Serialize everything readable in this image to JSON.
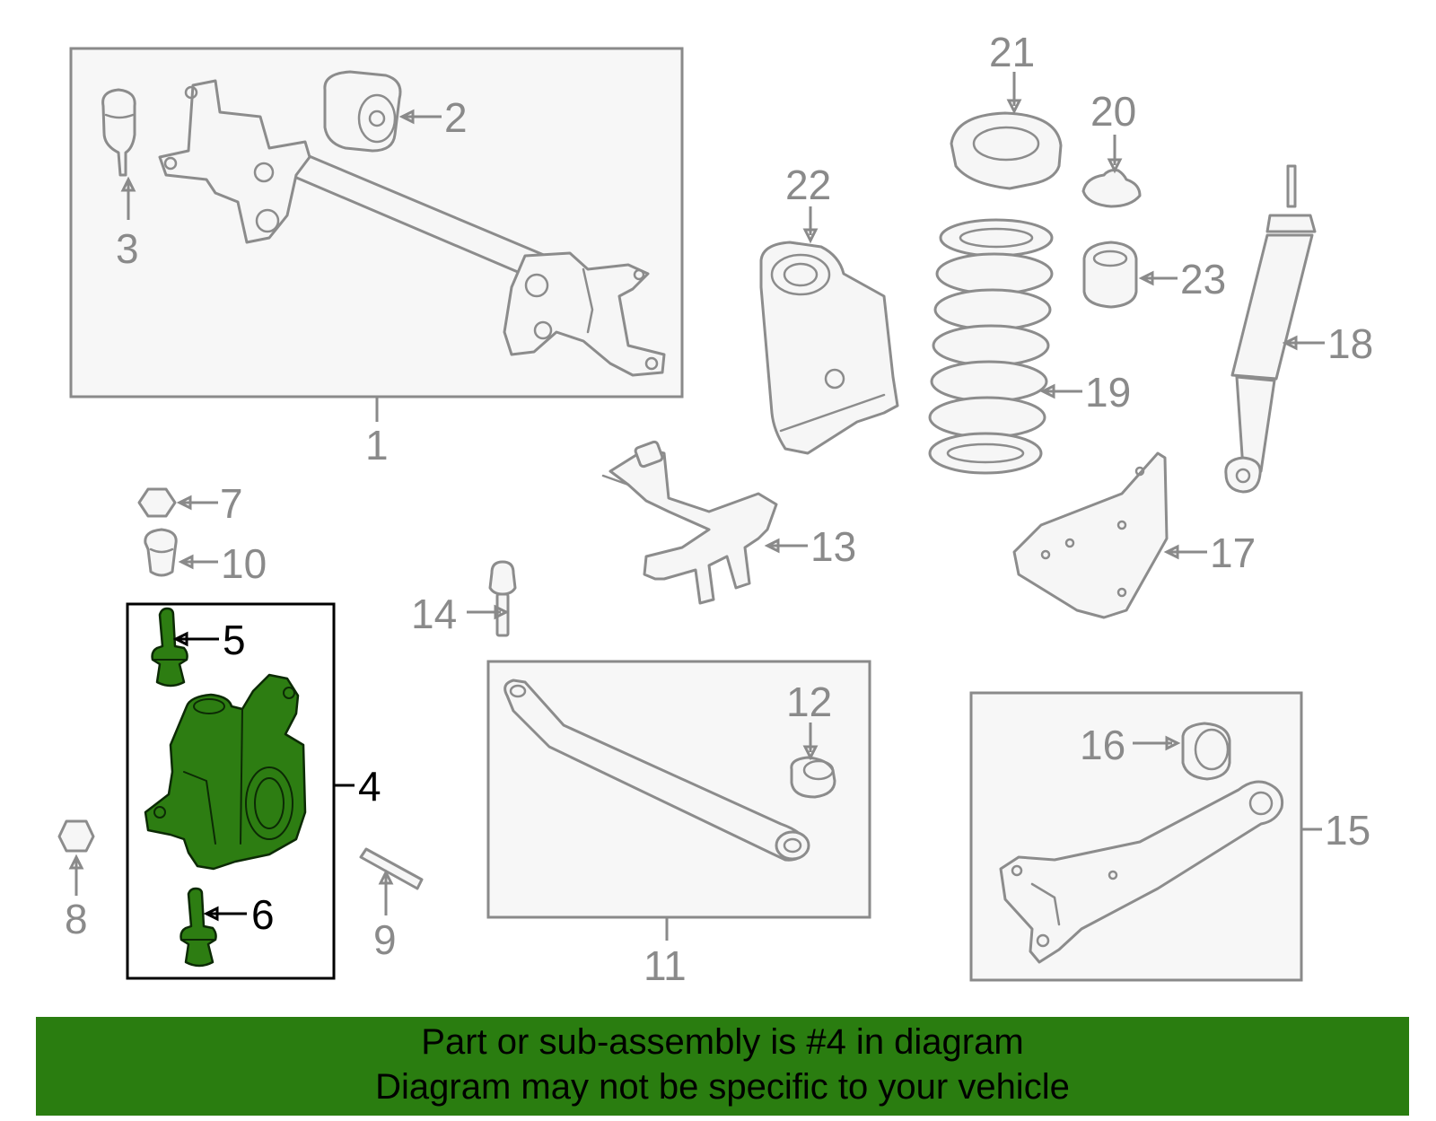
{
  "callouts": {
    "n1": "1",
    "n2": "2",
    "n3": "3",
    "n4": "4",
    "n5": "5",
    "n6": "6",
    "n7": "7",
    "n8": "8",
    "n9": "9",
    "n10": "10",
    "n11": "11",
    "n12": "12",
    "n13": "13",
    "n14": "14",
    "n15": "15",
    "n16": "16",
    "n17": "17",
    "n18": "18",
    "n19": "19",
    "n20": "20",
    "n21": "21",
    "n22": "22",
    "n23": "23"
  },
  "highlighted_part": "4",
  "colors": {
    "highlight": "#2d7d12",
    "banner": "#2a7d10",
    "part_line": "#8c8c8c"
  },
  "banner": {
    "line1": "Part or sub-assembly is #4 in diagram",
    "line2": "Diagram may not be specific to your vehicle"
  }
}
